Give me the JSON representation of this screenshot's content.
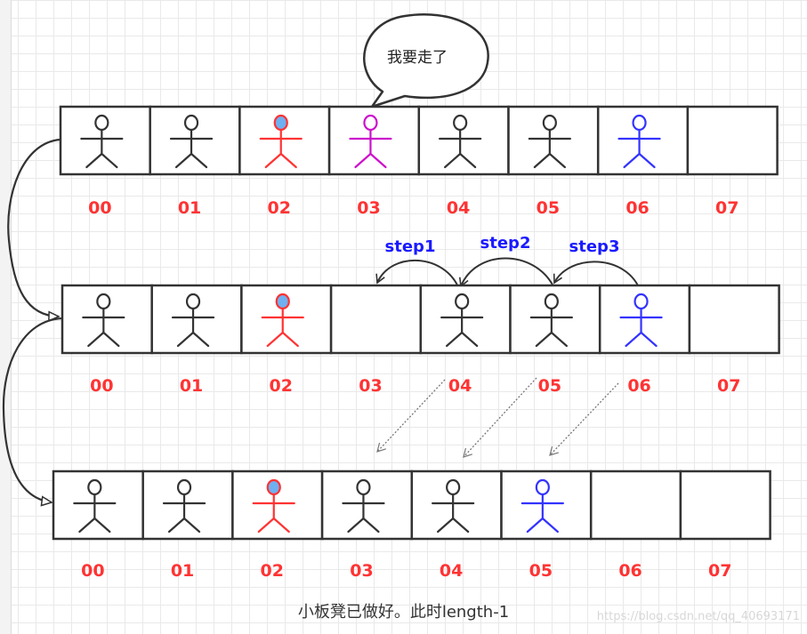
{
  "bubble": {
    "text": "我要走了"
  },
  "rows": [
    {
      "labels": [
        "00",
        "01",
        "02",
        "03",
        "04",
        "05",
        "06",
        "07"
      ],
      "figures": [
        "black",
        "black",
        "red",
        "magenta",
        "black",
        "black",
        "blue",
        null
      ]
    },
    {
      "labels": [
        "00",
        "01",
        "02",
        "03",
        "04",
        "05",
        "06",
        "07"
      ],
      "figures": [
        "black",
        "black",
        "red",
        null,
        "black",
        "black",
        "blue",
        null
      ]
    },
    {
      "labels": [
        "00",
        "01",
        "02",
        "03",
        "04",
        "05",
        "06",
        "07"
      ],
      "figures": [
        "black",
        "black",
        "red",
        "black",
        "black",
        "blue",
        null,
        null
      ]
    }
  ],
  "steps": [
    "step1",
    "step2",
    "step3"
  ],
  "caption": "小板凳已做好。此时length-1",
  "watermark": "https://blog.csdn.net/qq_40693171",
  "colors": {
    "label": "#ff3333",
    "step": "#1a1aff",
    "black": "#333333",
    "red": "#ff3333",
    "red_head": "#6fb0f0",
    "magenta": "#cc11cc",
    "blue": "#3333ff"
  }
}
